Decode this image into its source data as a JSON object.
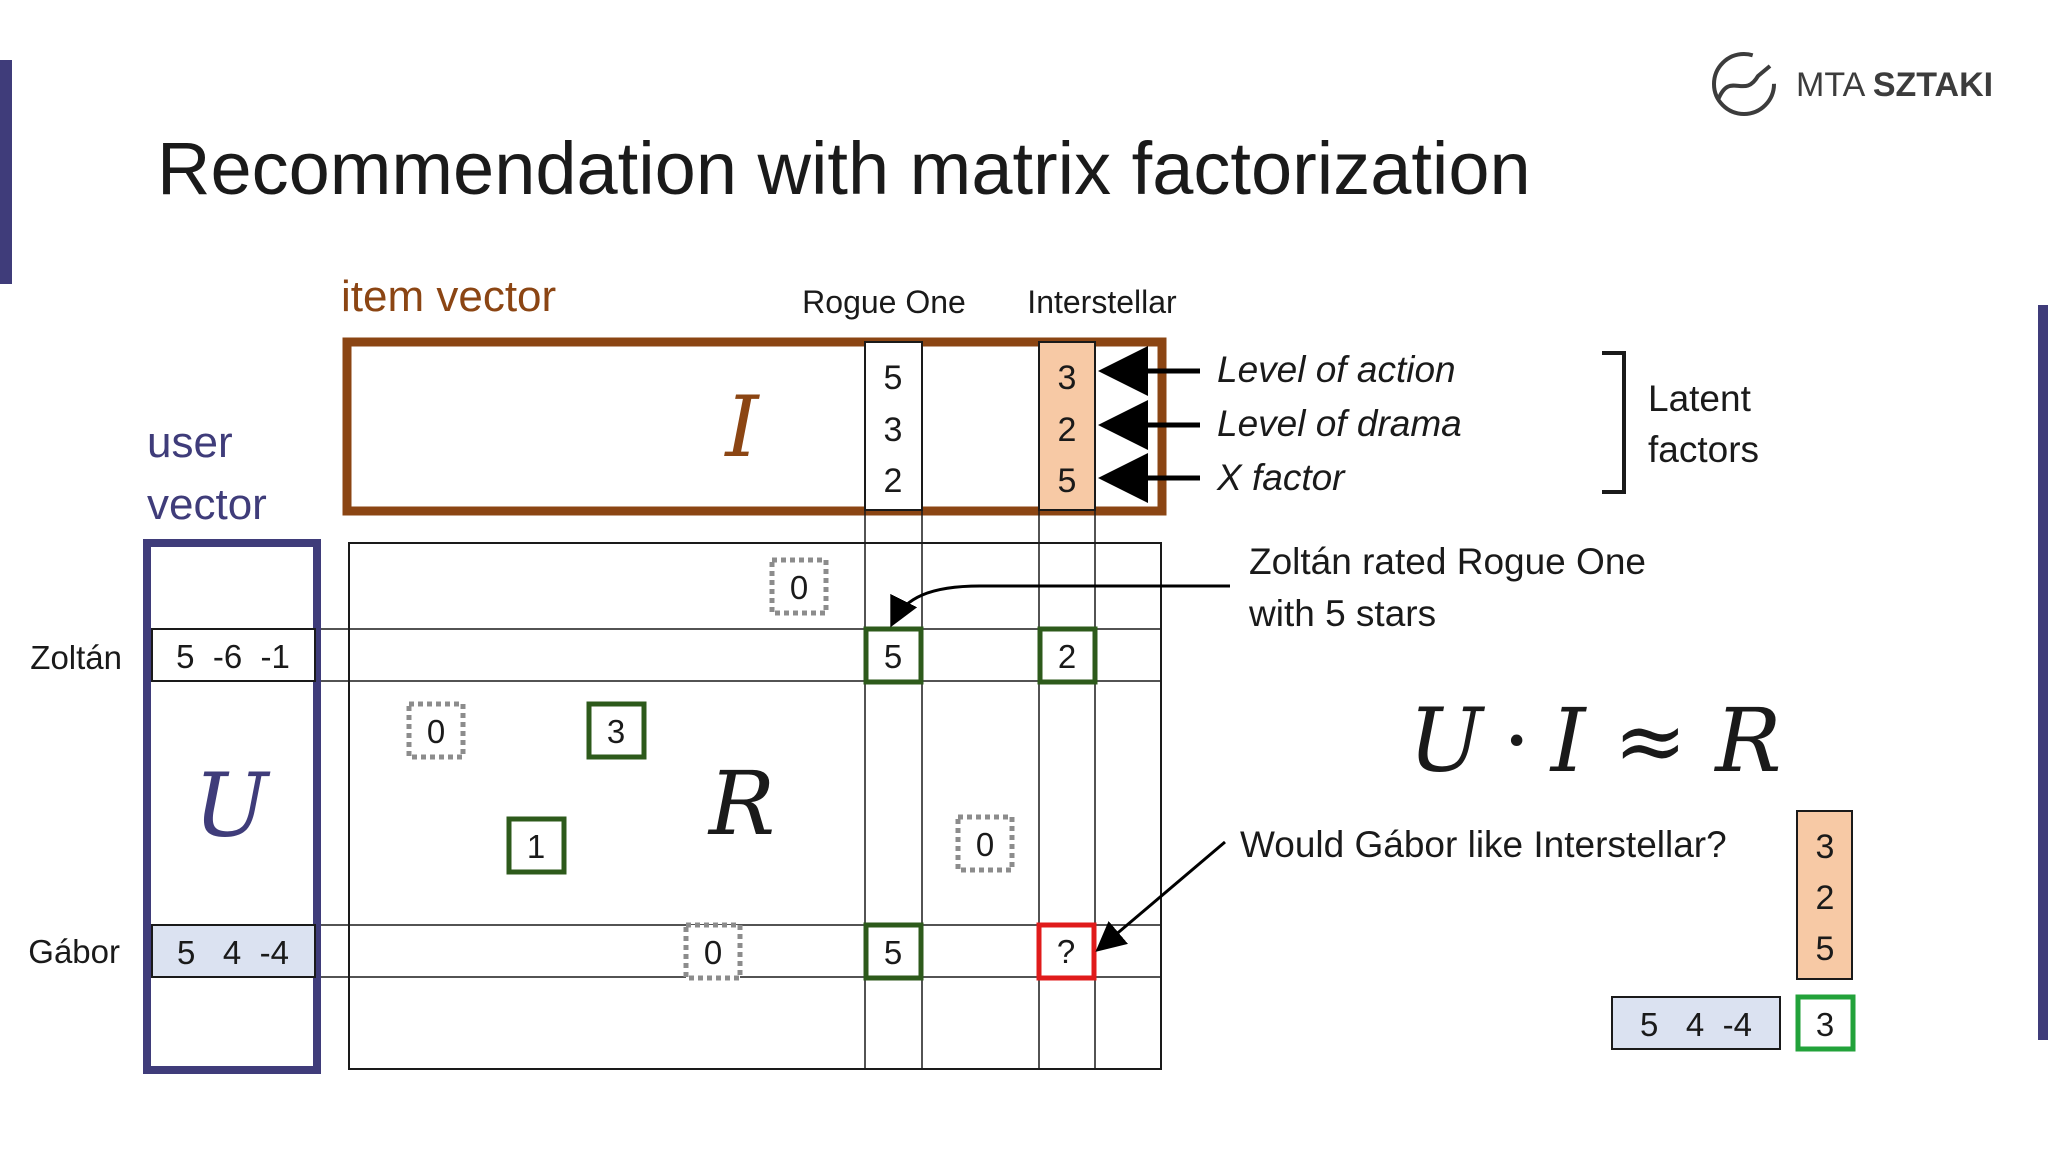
{
  "slide": {
    "title": "Recommendation with matrix factorization",
    "logo": {
      "text_light": "MTA ",
      "text_bold": "SZTAKI"
    },
    "colors": {
      "navy": "#3f3c7a",
      "brown": "#8b4513",
      "peach": "#f7c9a5",
      "light_blue": "#dbe2f1",
      "dark_green": "#2d5a1b",
      "bright_green": "#22a23a",
      "red": "#e01b1b",
      "gray_dotted": "#8c8c8c"
    }
  },
  "item_vector": {
    "label": "item vector",
    "symbol": "I",
    "columns": [
      {
        "name": "Rogue One",
        "values": [
          "5",
          "3",
          "2"
        ]
      },
      {
        "name": "Interstellar",
        "values": [
          "3",
          "2",
          "5"
        ]
      }
    ],
    "latent_factors": [
      "Level of action",
      "Level of drama",
      "X factor"
    ],
    "brace_label": [
      "Latent",
      "factors"
    ]
  },
  "user_vector": {
    "label": [
      "user",
      "vector"
    ],
    "symbol": "U",
    "rows": [
      {
        "name": "Zoltán",
        "values": "5  -6  -1"
      },
      {
        "name": "Gábor",
        "values": "5   4  -4"
      }
    ]
  },
  "rating_matrix": {
    "symbol": "R",
    "known_ratings": [
      "5",
      "2",
      "3",
      "1",
      "5"
    ],
    "zero_ratings": [
      "0",
      "0",
      "0",
      "0"
    ],
    "unknown": "?"
  },
  "annotations": {
    "zoltan_note": [
      "Zoltán rated Rogue One",
      "with 5 stars"
    ],
    "equation": {
      "u": "U",
      "dot": "·",
      "i": "I",
      "approx": "≈",
      "r": "R"
    },
    "question": "Would Gábor like Interstellar?"
  },
  "prediction": {
    "item_values": [
      "3",
      "2",
      "5"
    ],
    "user_values": "5   4  -4",
    "result": "3"
  }
}
